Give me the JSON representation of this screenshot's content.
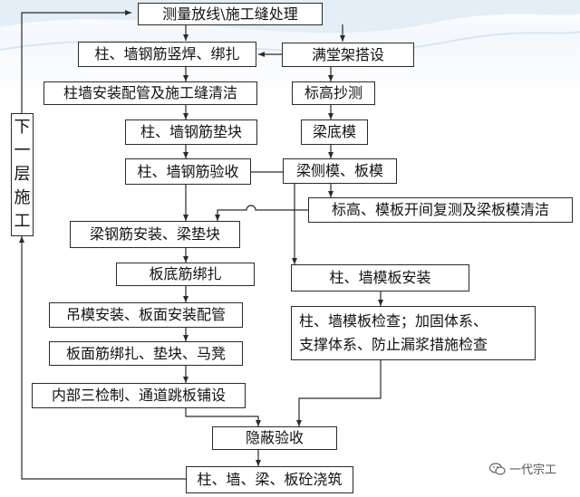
{
  "nodes": {
    "survey": "测量放线\\施工缝处理",
    "column_rebar": "柱、墙钢筋竖焊、绑扎",
    "scaffold": "满堂架搭设",
    "conduit": "柱墙安装配管及施工缝清洁",
    "elevation": "标高抄测",
    "column_spacer": "柱、墙钢筋垫块",
    "beam_bottom": "梁底模",
    "column_inspect": "柱、墙钢筋验收",
    "beam_side": "梁侧模、板模",
    "recheck": "标高、模板开间复测及梁板模清洁",
    "beam_rebar": "梁钢筋安装、梁垫块",
    "formwork_install": "柱、墙模板安装",
    "slab_rebar": "板底筋绑扎",
    "formwork_check": [
      "柱、墙模板检查；加固体系、",
      "支撑体系、防止漏浆措施检查"
    ],
    "hanging_formwork": "吊模安装、板面安装配管",
    "slab_top": "板面筋绑扎、垫块、马凳",
    "internal_check": "内部三检制、通道跳板铺设",
    "concealed": "隐蔽验收",
    "pour": "柱、墙、梁、板砼浇筑",
    "next_floor": [
      "下",
      "一",
      "层",
      "施",
      "工"
    ]
  },
  "watermark": "一代宗工",
  "colors": {
    "line": "#2a2a2a",
    "box_border": "#2a2a2a",
    "bg_wave": "#d6e6f3"
  }
}
